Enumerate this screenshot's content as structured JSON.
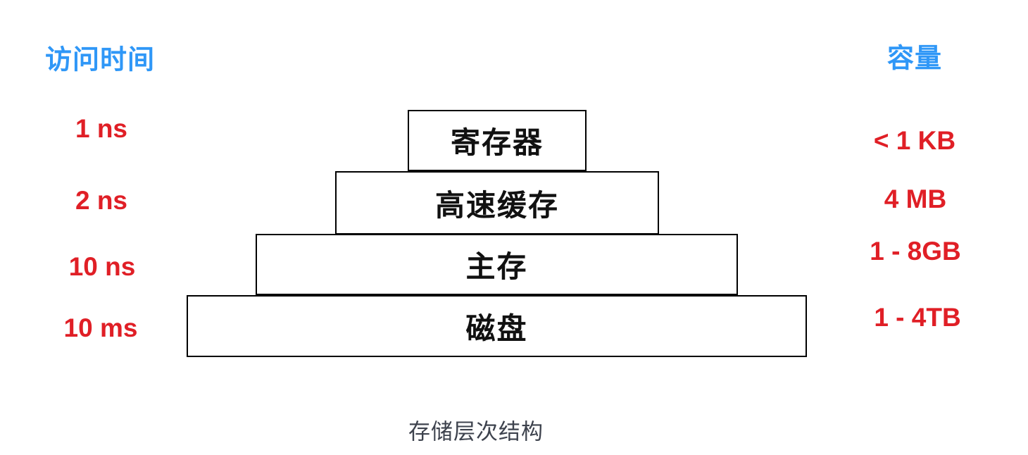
{
  "columns": {
    "access_time_header": "访问时间",
    "capacity_header": "容量"
  },
  "levels": [
    {
      "name": "寄存器",
      "access_time": "1 ns",
      "capacity": "< 1 KB"
    },
    {
      "name": "高速缓存",
      "access_time": "2 ns",
      "capacity": "4 MB"
    },
    {
      "name": "主存",
      "access_time": "10 ns",
      "capacity": "1 - 8GB"
    },
    {
      "name": "磁盘",
      "access_time": "10 ms",
      "capacity": "1 - 4TB"
    }
  ],
  "caption": "存储层次结构",
  "colors": {
    "background": "#ffffff",
    "header_blue": "#2f97f7",
    "value_red": "#e01f26",
    "box_border": "#000000",
    "box_text": "#111111",
    "caption_gray": "#3d424d"
  }
}
